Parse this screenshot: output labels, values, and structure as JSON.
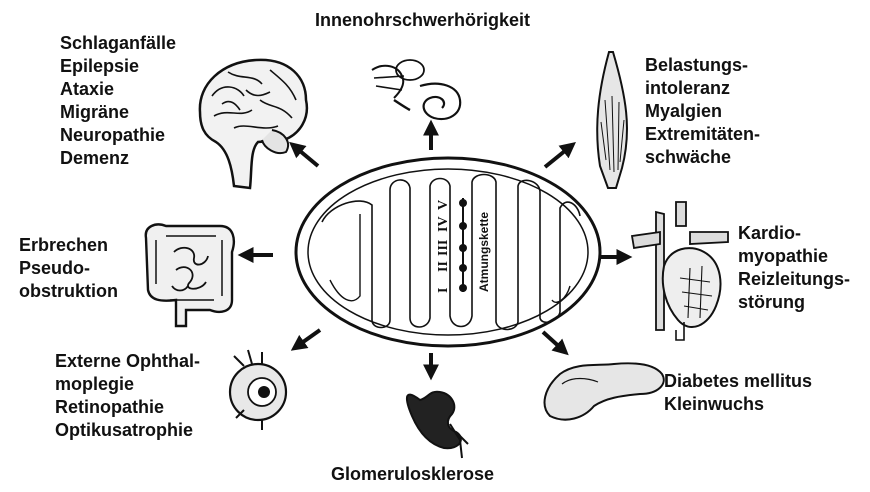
{
  "center": {
    "chain_label": "Atmungskette",
    "complex_labels": [
      "I",
      "II",
      "III",
      "IV",
      "V"
    ]
  },
  "groups": {
    "brain": [
      "Schlaganfälle",
      "Epilepsie",
      "Ataxie",
      "Migräne",
      "Neuropathie",
      "Demenz"
    ],
    "ear": [
      "Innenohrschwerhörigkeit"
    ],
    "muscle": [
      "Belastungs-",
      "intoleranz",
      "Myalgien",
      "Extremitäten-",
      "schwäche"
    ],
    "heart": [
      "Kardio-",
      "myopathie",
      "Reizleitungs-",
      "störung"
    ],
    "pancreas": [
      "Diabetes mellitus",
      "Kleinwuchs"
    ],
    "kidney": [
      "Glomerulosklerose"
    ],
    "eye": [
      "Externe Ophthal-",
      "moplegie",
      "Retinopathie",
      "Optikusatrophie"
    ],
    "intestine": [
      "Erbrechen",
      "Pseudo-",
      "obstruktion"
    ]
  },
  "colors": {
    "ink": "#111111",
    "organ_fill": "#eeeeee",
    "kidney_fill": "#222222"
  }
}
